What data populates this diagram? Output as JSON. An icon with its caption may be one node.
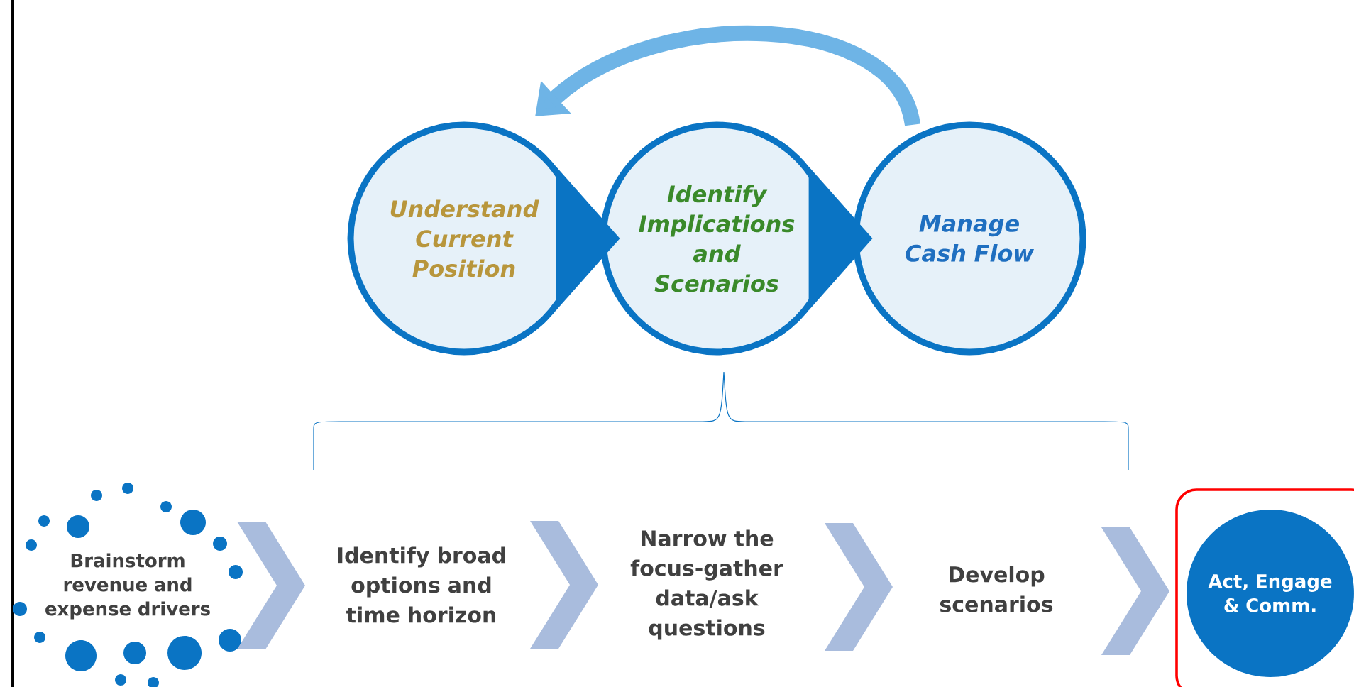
{
  "diagram": {
    "nodes": [
      {
        "text": [
          "Understand Current Position"
        ]
      },
      {
        "text": [
          "Identify Implications and Scenarios"
        ]
      },
      {
        "text": [
          "Manage Cash Flow"
        ]
      },
      {
        "text": [
          "Brainstorm revenue and expense drivers"
        ]
      },
      {
        "text": [
          "Identify broad options and time horizon"
        ]
      },
      {
        "text": [
          "Narrow the focus-gather data/ask questions"
        ]
      },
      {
        "text": [
          "Develop scenarios"
        ]
      },
      {
        "text": [
          "Act, Engage & Comm."
        ]
      }
    ],
    "edges": [
      {
        "from": 0,
        "to": 1,
        "arrow": "to"
      },
      {
        "from": 1,
        "to": 2,
        "arrow": "to"
      },
      {
        "from": 2,
        "to": 0,
        "arrow": "to"
      },
      {
        "from": 3,
        "to": 4,
        "arrow": "to"
      },
      {
        "from": 4,
        "to": 5,
        "arrow": "to"
      },
      {
        "from": 5,
        "to": 6,
        "arrow": "to"
      },
      {
        "from": 6,
        "to": 7,
        "arrow": "to"
      }
    ]
  }
}
